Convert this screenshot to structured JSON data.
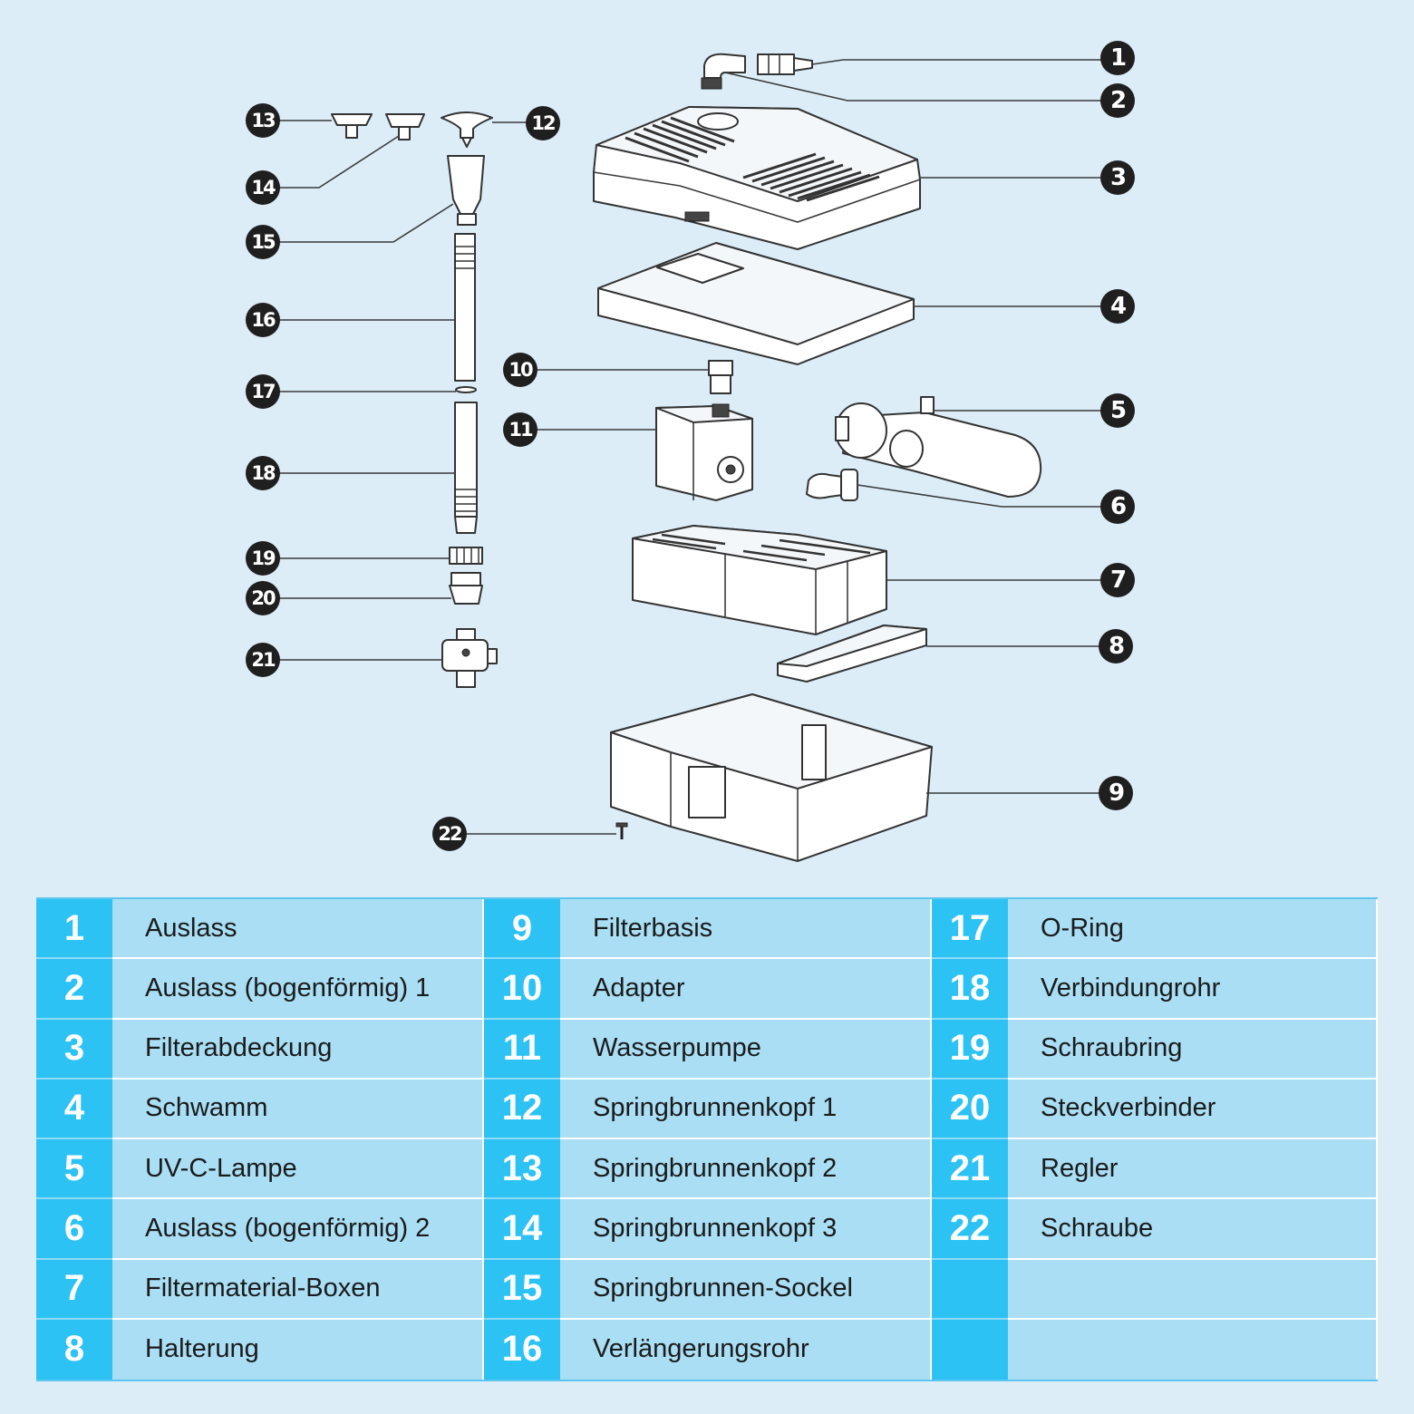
{
  "legend": {
    "columns": [
      [
        {
          "num": "1",
          "label": "Auslass"
        },
        {
          "num": "2",
          "label": "Auslass (bogenförmig) 1"
        },
        {
          "num": "3",
          "label": "Filterabdeckung"
        },
        {
          "num": "4",
          "label": "Schwamm"
        },
        {
          "num": "5",
          "label": "UV-C-Lampe"
        },
        {
          "num": "6",
          "label": "Auslass (bogenförmig) 2"
        },
        {
          "num": "7",
          "label": "Filtermaterial-Boxen"
        },
        {
          "num": "8",
          "label": "Halterung"
        }
      ],
      [
        {
          "num": "9",
          "label": "Filterbasis"
        },
        {
          "num": "10",
          "label": "Adapter"
        },
        {
          "num": "11",
          "label": "Wasserpumpe"
        },
        {
          "num": "12",
          "label": "Springbrunnenkopf 1"
        },
        {
          "num": "13",
          "label": "Springbrunnenkopf 2"
        },
        {
          "num": "14",
          "label": "Springbrunnenkopf 3"
        },
        {
          "num": "15",
          "label": "Springbrunnen-Sockel"
        },
        {
          "num": "16",
          "label": "Verlängerungsrohr"
        }
      ],
      [
        {
          "num": "17",
          "label": "O-Ring"
        },
        {
          "num": "18",
          "label": "Verbindungrohr"
        },
        {
          "num": "19",
          "label": "Schraubring"
        },
        {
          "num": "20",
          "label": "Steckverbinder"
        },
        {
          "num": "21",
          "label": "Regler"
        },
        {
          "num": "22",
          "label": "Schraube"
        },
        {
          "num": "",
          "label": ""
        },
        {
          "num": "",
          "label": ""
        }
      ]
    ]
  },
  "callouts": [
    "1",
    "2",
    "3",
    "4",
    "5",
    "6",
    "7",
    "8",
    "9",
    "10",
    "11",
    "12",
    "13",
    "14",
    "15",
    "16",
    "17",
    "18",
    "19",
    "20",
    "21",
    "22"
  ],
  "colors": {
    "background": "#dcedf8",
    "number_cell": "#2dc2f4",
    "label_cell": "#a9def4",
    "callout": "#1f1f1f"
  }
}
